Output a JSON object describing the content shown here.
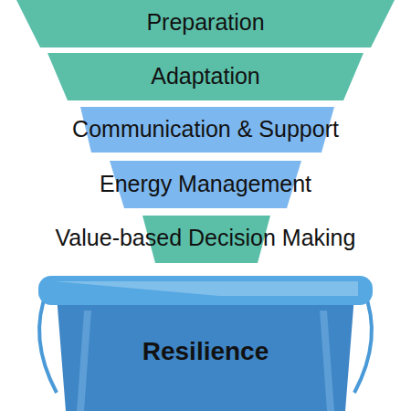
{
  "diagram": {
    "nodes": [
      {
        "text": [
          "Preparation"
        ]
      },
      {
        "text": [
          "Adaptation"
        ]
      },
      {
        "text": [
          "Communication & Support"
        ]
      },
      {
        "text": [
          "Energy Management"
        ]
      },
      {
        "text": [
          "Value-based Decision Making"
        ]
      },
      {
        "text": [
          "Resilience"
        ]
      }
    ]
  }
}
